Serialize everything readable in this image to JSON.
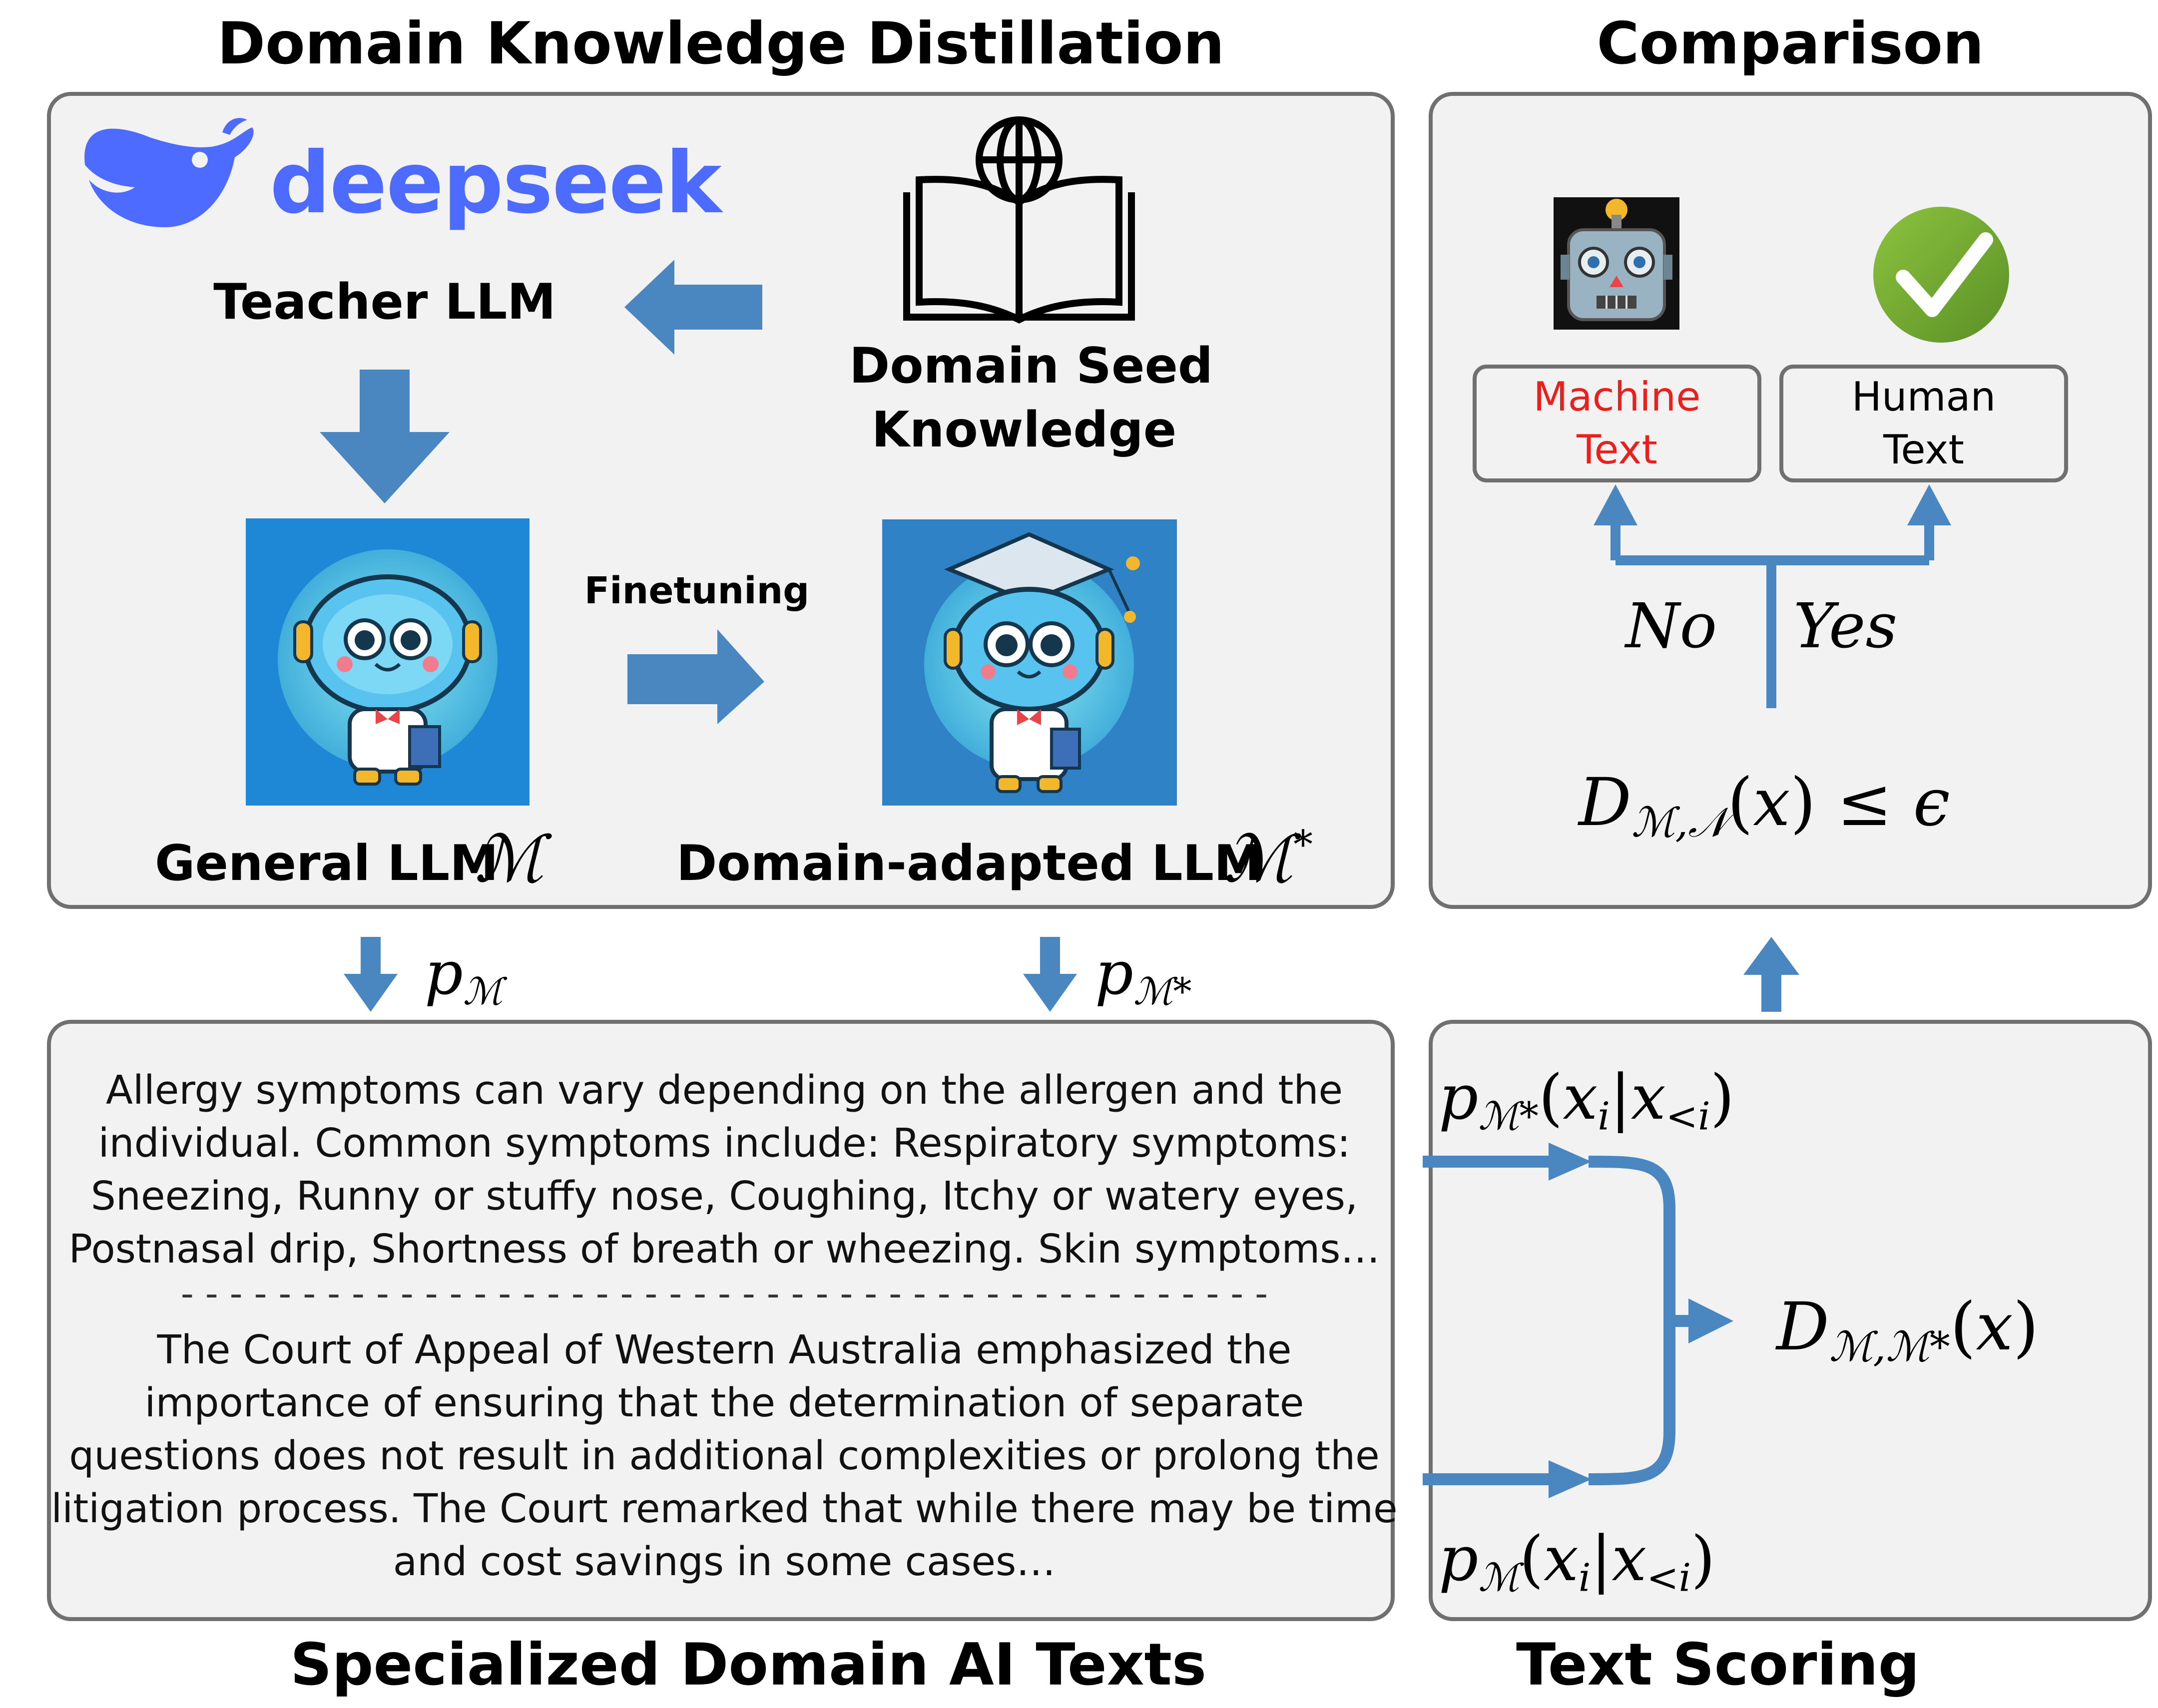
{
  "sections": {
    "distillation_title": "Domain Knowledge Distillation",
    "comparison_title": "Comparison",
    "texts_title": "Specialized Domain AI Texts",
    "scoring_title": "Text Scoring"
  },
  "distillation": {
    "brand_logo_text": "deepseek",
    "teacher_label": "Teacher LLM",
    "seed_label_line1": "Domain Seed",
    "seed_label_line2": "Knowledge",
    "finetuning_label": "Finetuning",
    "general_label": "General LLM",
    "domain_label": "Domain-adapted LLM"
  },
  "ai_texts": {
    "paragraph_1": "Allergy symptoms can vary depending on the allergen and the individual. Common symptoms  include:  Respiratory symptoms: Sneezing, Runny or stuffy nose, Coughing, Itchy or watery eyes, Postnasal drip, Shortness of breath or wheezing. Skin symptoms…",
    "divider": "- - - - - - - - - - - - - - - - - - - - - - - - - - - - - - - - - - - - - - - - - - - - -",
    "paragraph_2": "The Court of Appeal of Western Australia emphasized the importance of ensuring that the determination of separate questions does not result in additional complexities or prolong the litigation process. The Court remarked that while there may be time and cost savings in some cases…"
  },
  "comparison": {
    "machine_line1": "Machine",
    "machine_line2": "Text",
    "human_line1": "Human",
    "human_line2": "Text",
    "no_label": "No",
    "yes_label": "Yes"
  },
  "colors": {
    "arrow_blue": "#4a86bf",
    "box_border": "#707070",
    "box_fill": "#f2f2f2",
    "machine_red": "#e8211f",
    "deepseek_blue": "#4d6bfe",
    "check_green": "#72a82f"
  },
  "icons": [
    "deepseek-whale-icon",
    "book-globe-icon",
    "robot-student-icon",
    "robot-graduate-icon",
    "machine-robot-icon",
    "checkmark-icon"
  ]
}
